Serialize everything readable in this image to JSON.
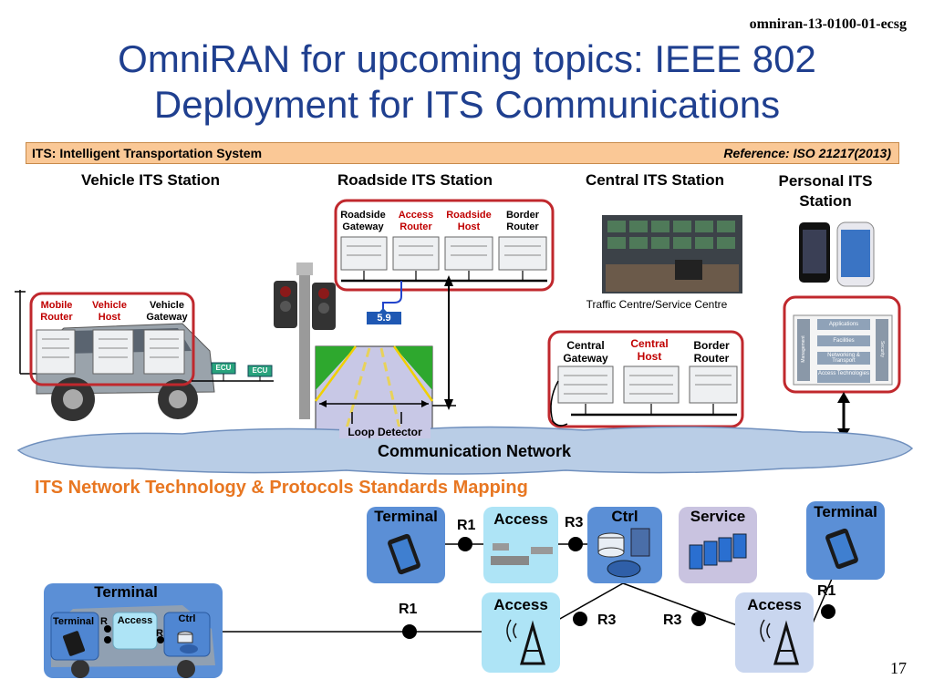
{
  "doc_id": "omniran-13-0100-01-ecsg",
  "title_line1": "OmniRAN for upcoming topics: IEEE 802",
  "title_line2": "Deployment for ITS Communications",
  "its_bar": {
    "left": "ITS: Intelligent Transportation System",
    "right": "Reference: ISO 21217(2013)"
  },
  "stations": {
    "vehicle": {
      "title": "Vehicle ITS Station",
      "mobile_router": "Mobile Router",
      "vehicle_host": "Vehicle Host",
      "vehicle_gateway": "Vehicle Gateway",
      "ecu1": "ECU",
      "ecu2": "ECU"
    },
    "roadside": {
      "title": "Roadside ITS Station",
      "roadside_gateway": "Roadside Gateway",
      "access_router": "Access Router",
      "roadside_host": "Roadside Host",
      "border_router": "Border Router",
      "badge": "5.9",
      "loop_detector": "Loop Detector"
    },
    "central": {
      "title": "Central ITS Station",
      "caption": "Traffic Centre/Service Centre",
      "central_gateway": "Central Gateway",
      "central_host": "Central Host",
      "border_router": "Border Router"
    },
    "personal": {
      "title_line1": "Personal ITS",
      "title_line2": "Station",
      "stack_applications": "Applications",
      "stack_facilities": "Facilities",
      "stack_networking": "Networking & Transport",
      "stack_access": "Access Technologies",
      "stack_mgmt": "Management",
      "stack_security": "Security"
    }
  },
  "communication_network": "Communication Network",
  "mapping": {
    "title": "ITS Network Technology & Protocols Standards Mapping",
    "terminal_top": "Terminal",
    "access_top": "Access",
    "ctrl": "Ctrl",
    "service": "Service",
    "terminal_right": "Terminal",
    "access_bottom_center": "Access",
    "access_bottom_right": "Access",
    "terminal_group": "Terminal",
    "inner_terminal": "Terminal",
    "inner_access": "Access",
    "inner_ctrl": "Ctrl",
    "r1_top": "R1",
    "r3_top": "R3",
    "r1_mid": "R1",
    "r3_mid_left": "R3",
    "r3_mid_right": "R3",
    "r1_right": "R1",
    "inner_r1": "R",
    "inner_r3": "R"
  },
  "page_number": "17",
  "colors": {
    "title": "#1f3f8f",
    "bar": "#fac896",
    "red_border": "#c0282d",
    "mapping_title": "#e87722",
    "cloud": "#b9cde6",
    "terminal_box": "#5b8fd6",
    "access_box": "#aee4f6",
    "service_box": "#c9c3e0"
  }
}
